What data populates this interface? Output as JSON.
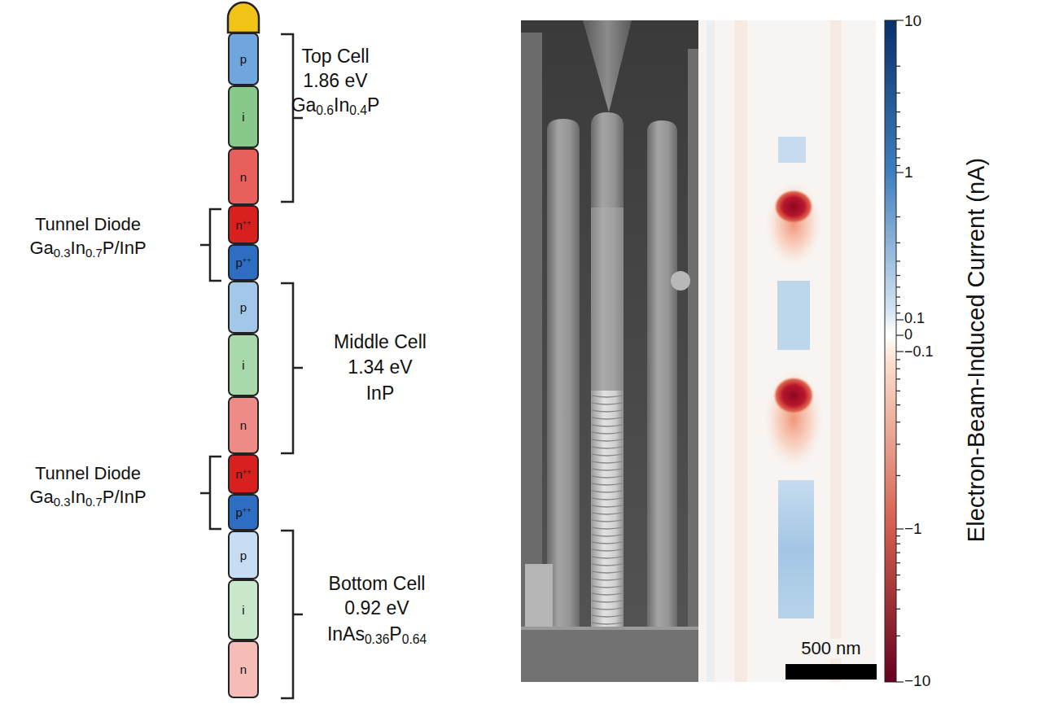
{
  "diagram": {
    "nodes": [
      {
        "text": [
          "p"
        ]
      },
      {
        "text": [
          "i"
        ]
      },
      {
        "text": [
          "n"
        ]
      },
      {
        "text": [
          "n++"
        ]
      },
      {
        "text": [
          "p++"
        ]
      },
      {
        "text": [
          "p"
        ]
      },
      {
        "text": [
          "i"
        ]
      },
      {
        "text": [
          "n"
        ]
      },
      {
        "text": [
          "n++"
        ]
      },
      {
        "text": [
          "p++"
        ]
      },
      {
        "text": [
          "p"
        ]
      },
      {
        "text": [
          "i"
        ]
      },
      {
        "text": [
          "n"
        ]
      }
    ],
    "labels": [
      "Top Cell",
      "1.86 eV",
      "Ga0.6In0.4P",
      "Tunnel Diode",
      "Ga0.3In0.7P/InP",
      "Middle Cell",
      "1.34 eV",
      "InP",
      "Tunnel Diode",
      "Ga0.3In0.7P/InP",
      "Bottom Cell",
      "0.92 eV",
      "InAs0.36P0.64",
      "10",
      "1",
      "0.1",
      "0",
      "−0.1",
      "−1",
      "−10",
      "Electron-Beam-Induced Current (nA)",
      "500 nm"
    ]
  }
}
